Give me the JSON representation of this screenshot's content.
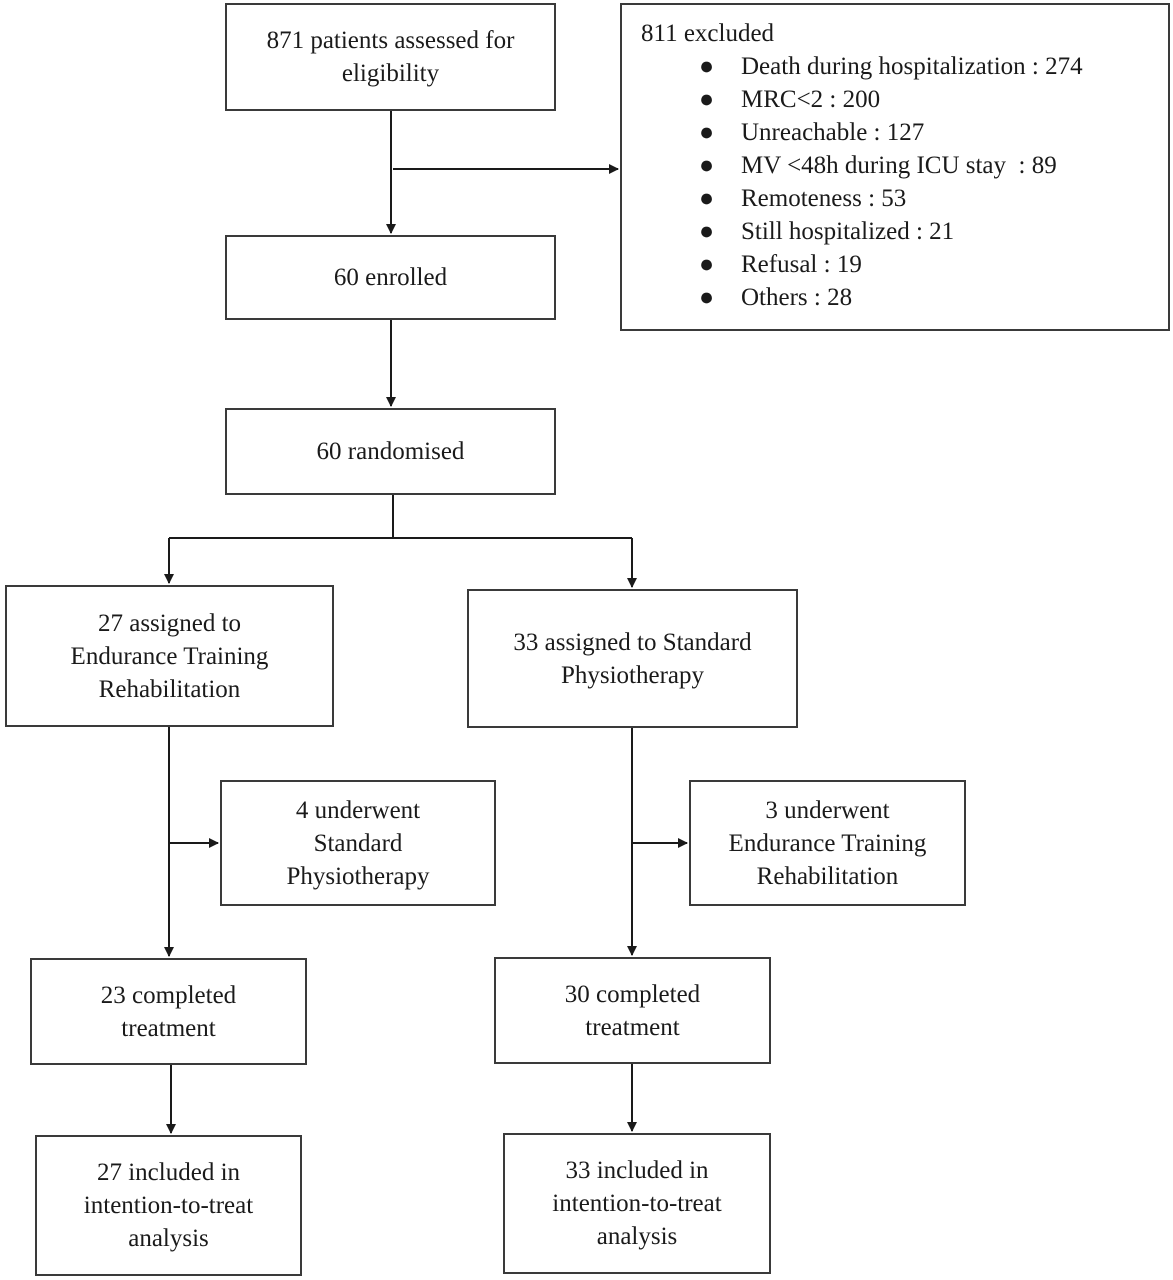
{
  "nodes": {
    "assessed": [
      "871 patients assessed for",
      "eligibility"
    ],
    "enrolled": [
      "60 enrolled"
    ],
    "randomised": [
      "60 randomised"
    ],
    "left_assigned": [
      "27 assigned to",
      "Endurance Training",
      "Rehabilitation"
    ],
    "right_assigned": [
      "33 assigned to Standard",
      "Physiotherapy"
    ],
    "left_crossover": [
      "4 underwent",
      "Standard",
      "Physiotherapy"
    ],
    "right_crossover": [
      "3 underwent",
      "Endurance Training",
      "Rehabilitation"
    ],
    "left_completed": [
      "23 completed",
      "treatment"
    ],
    "right_completed": [
      "30 completed",
      "treatment"
    ],
    "left_itt": [
      "27 included in",
      "intention-to-treat",
      "analysis"
    ],
    "right_itt": [
      "33 included in",
      "intention-to-treat",
      "analysis"
    ]
  },
  "excluded": {
    "title": "811 excluded",
    "bullet": "●",
    "items": [
      "Death during hospitalization : 274",
      "MRC<2 : 200",
      "Unreachable : 127",
      "MV <48h during ICU stay  : 89",
      "Remoteness : 53",
      "Still hospitalized : 21",
      "Refusal : 19",
      "Others : 28"
    ]
  }
}
